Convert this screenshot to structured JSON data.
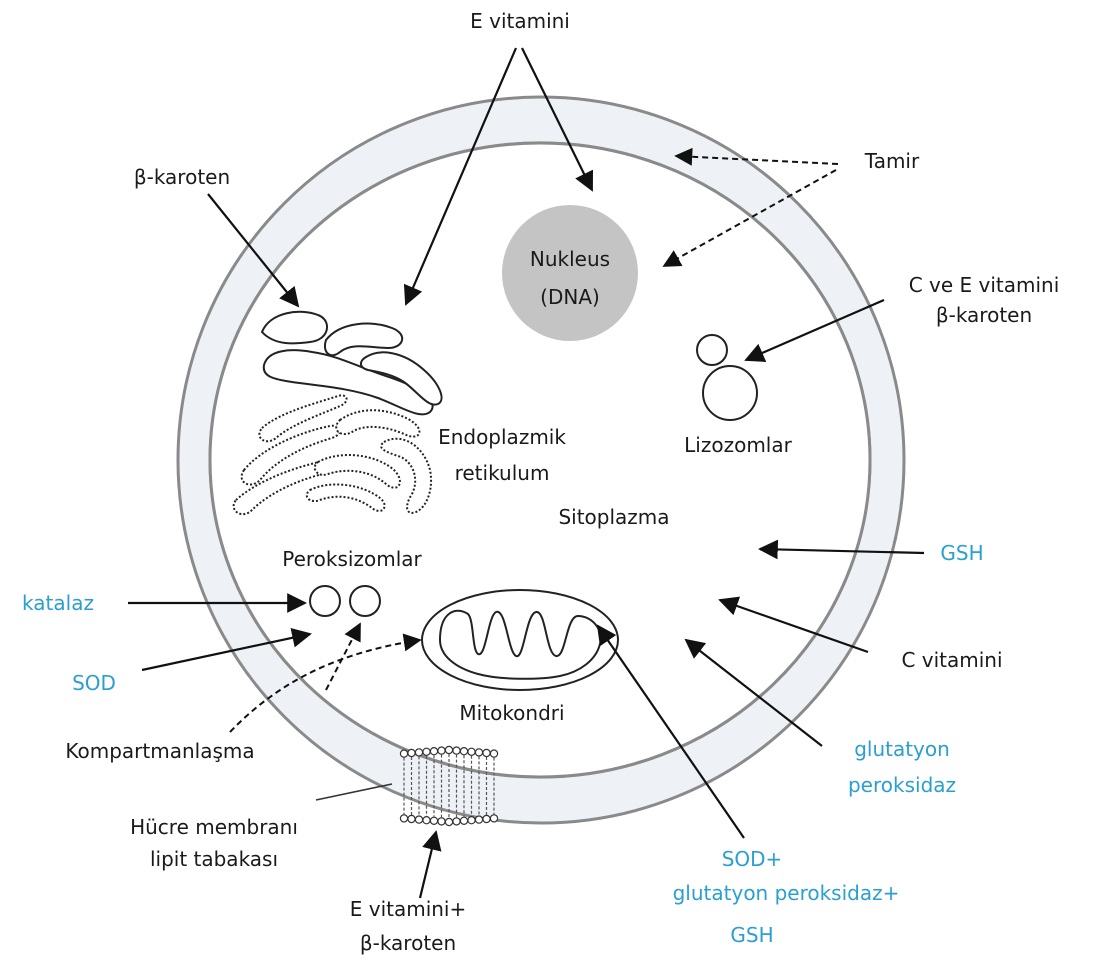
{
  "labels": {
    "e_vitamini_top": "E vitamini",
    "beta_karoten_top": "β-karoten",
    "tamir": "Tamir",
    "nukleus_line1": "Nukleus",
    "nukleus_line2": "(DNA)",
    "c_ve_e_line1": "C ve E vitamini",
    "c_ve_e_line2": "β-karoten",
    "lizozomlar": "Lizozomlar",
    "endo_line1": "Endoplazmik",
    "endo_line2": "retikulum",
    "sitoplazma": "Sitoplazma",
    "peroksizomlar": "Peroksizomlar",
    "gsh": "GSH",
    "katalaz": "katalaz",
    "sod": "SOD",
    "c_vitamini": "C vitamini",
    "mitokondri": "Mitokondri",
    "kompartman": "Kompartmanlaşma",
    "glut_line1": "glutatyon",
    "glut_line2": "peroksidaz",
    "hucre_line1": "Hücre membranı",
    "hucre_line2": "lipit tabakası",
    "sod_combo_line1": "SOD+",
    "sod_combo_line2": "glutatyon peroksidaz+",
    "sod_combo_line3": "GSH",
    "e_beta_line1": "E vitamini+",
    "e_beta_line2": "β-karoten"
  },
  "colors": {
    "black_label": "#1a1a1a",
    "blue_label": "#2a9fd0",
    "nucleus_fill": "#c4c4c4",
    "membrane_fill": "#eef2f6"
  }
}
